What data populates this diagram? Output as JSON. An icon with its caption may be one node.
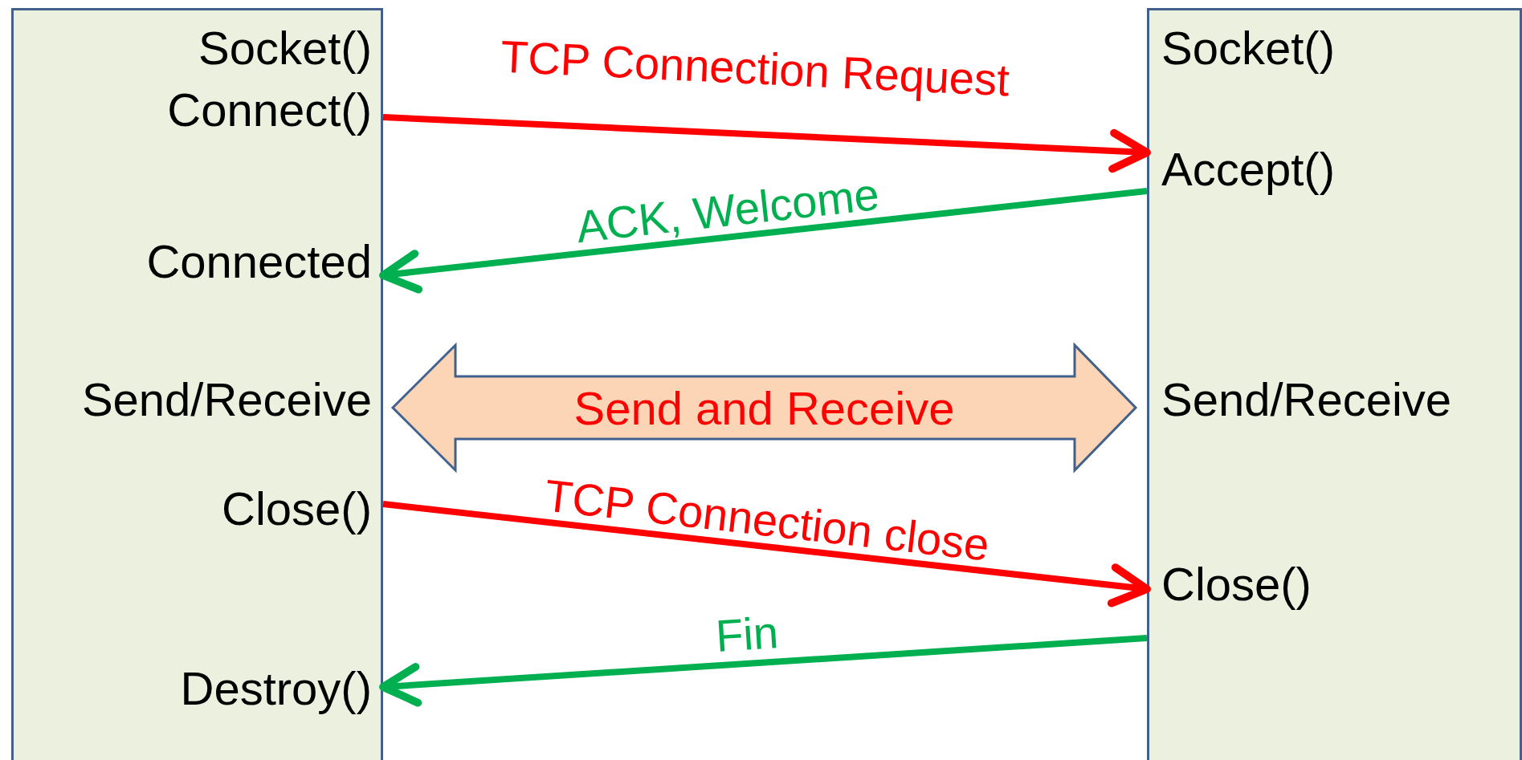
{
  "diagram": {
    "nodes": [
      {
        "text": [],
        "shape": "box"
      },
      {
        "text": [
          "Socket()"
        ],
        "in": 0
      },
      {
        "text": [
          "Connect()"
        ],
        "in": 0
      },
      {
        "text": [
          "Connected"
        ],
        "in": 0
      },
      {
        "text": [
          "Send/Receive"
        ],
        "in": 0
      },
      {
        "text": [
          "Close()"
        ],
        "in": 0
      },
      {
        "text": [
          "Destroy()"
        ],
        "in": 0
      },
      {
        "text": [],
        "shape": "box"
      },
      {
        "text": [
          "Socket()"
        ],
        "in": 7
      },
      {
        "text": [
          "Accept()"
        ],
        "in": 7
      },
      {
        "text": [
          "Send/Receive"
        ],
        "in": 7
      },
      {
        "text": [
          "Close()"
        ],
        "in": 7
      },
      {
        "text": [
          "Send and Receive"
        ]
      }
    ],
    "edges": [
      {
        "from": 2,
        "to": 9,
        "arrow": "to",
        "label": "TCP Connection Request",
        "color": "#ff0000"
      },
      {
        "from": 9,
        "to": 3,
        "arrow": "to",
        "label": "ACK, Welcome",
        "color": "#00b050"
      },
      {
        "from": 5,
        "to": 11,
        "arrow": "to",
        "label": "TCP Connection close",
        "color": "#ff0000"
      },
      {
        "from": 11,
        "to": 6,
        "arrow": "to",
        "label": "Fin",
        "color": "#00b050"
      }
    ]
  }
}
